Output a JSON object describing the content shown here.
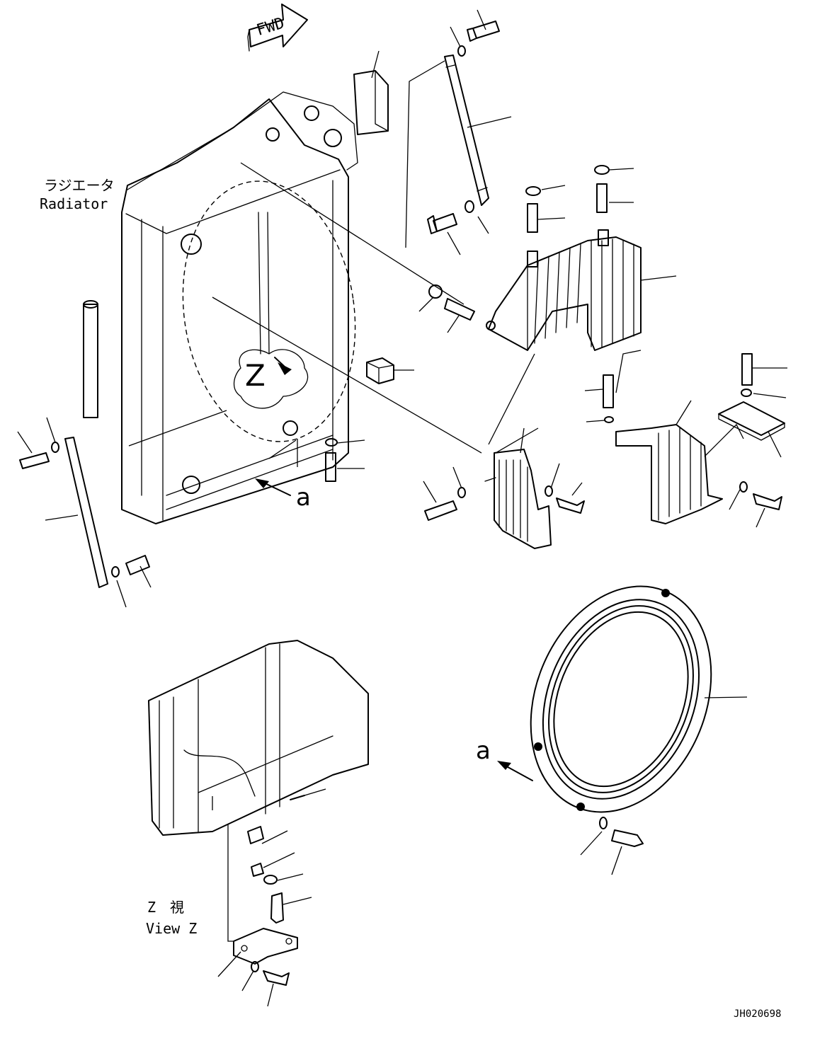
{
  "labels": {
    "radiator_jp": "ラジエータ",
    "radiator_en": "Radiator",
    "view_jp": "Z　視",
    "view_en": "View Z",
    "fwd": "FWD",
    "z_marker": "Z",
    "a_marker_top": "a",
    "a_marker_ring": "a",
    "drawing_no": "JH020698"
  }
}
